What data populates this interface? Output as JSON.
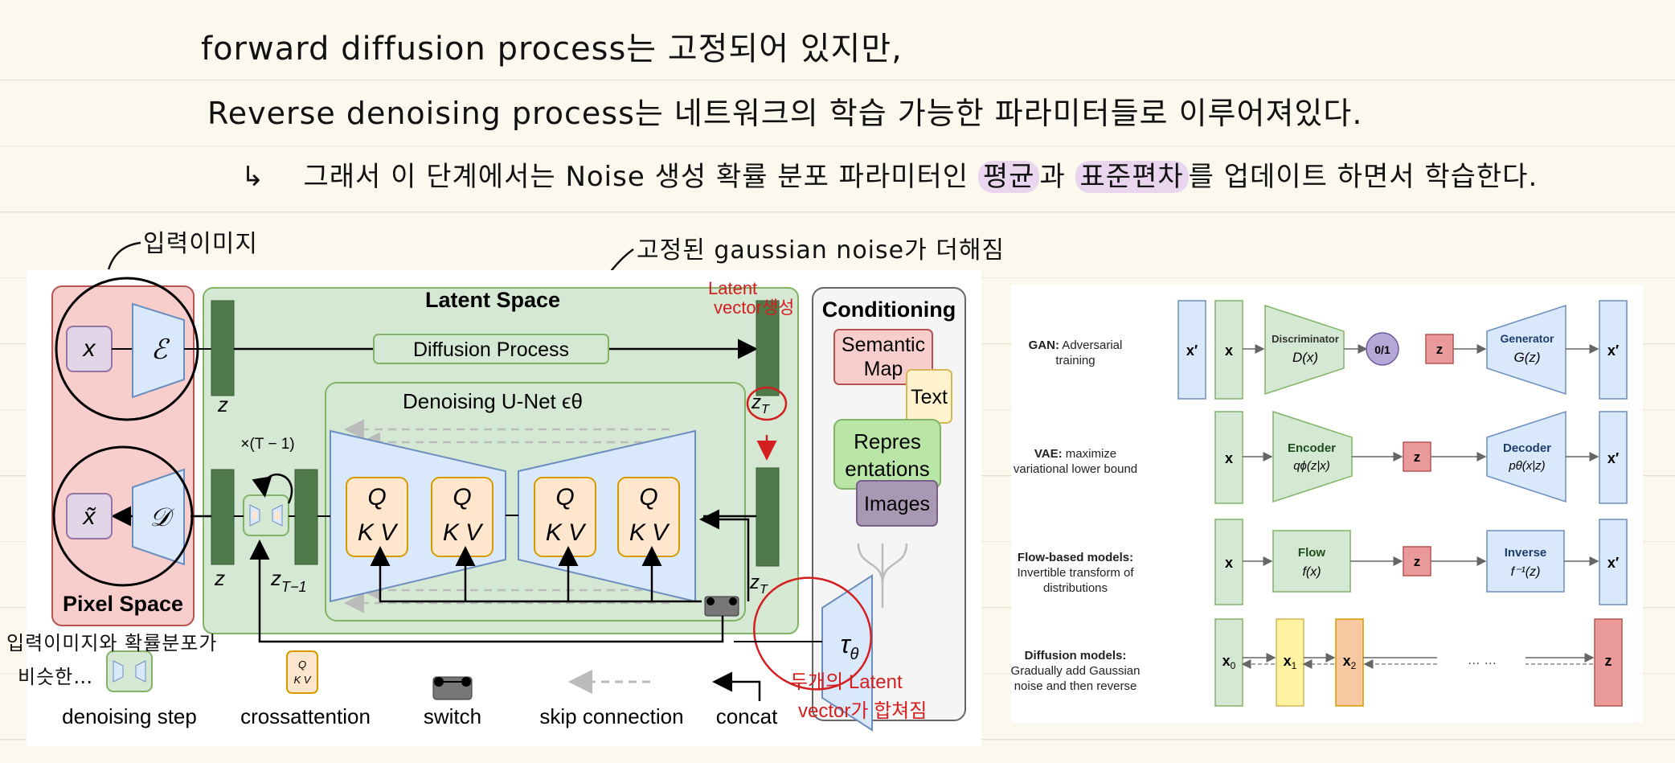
{
  "notes": {
    "line1": "forward diffusion process는 고정되어 있지만,",
    "line2": "Reverse denoising process는 네트워크의 학습 가능한 파라미터들로 이루어져있다.",
    "line3_arrow": "↳",
    "line3_a": "그래서 이 단계에서는 Noise 생성 확률 분포 파라미터인 ",
    "line3_hl1": "평균",
    "line3_b": "과 ",
    "line3_hl2": "표준편차",
    "line3_c": "를 업데이트 하면서 학습한다."
  },
  "annotations": {
    "input_image": "입력이미지",
    "fixed_noise": "고정된 gaussian noise가 더해짐",
    "latent_gen_1": "Latent",
    "latent_gen_2": "vector생성",
    "similar_1": "입력이미지와 확률분포가",
    "similar_2": "비슷한…",
    "two_latent_1": "두개의 Latent",
    "two_latent_2": "vector가 합쳐짐"
  },
  "ldm": {
    "latent_space": "Latent Space",
    "pixel_space": "Pixel Space",
    "conditioning": "Conditioning",
    "diffusion_process": "Diffusion Process",
    "unet": "Denoising U-Net ϵθ",
    "x": "x",
    "x_tilde": "x̃",
    "encoder": "ℰ",
    "decoder": "𝒟",
    "z": "z",
    "z_t1": "zT−1",
    "z_T": "zT",
    "times": "×(T − 1)",
    "q": "Q",
    "kv": "K V",
    "semantic_map_1": "Semantic",
    "semantic_map_2": "Map",
    "text": "Text",
    "repres_1": "Repres",
    "repres_2": "entations",
    "images": "Images",
    "tau": "τθ",
    "legend": {
      "denoising_step": "denoising step",
      "crossattention": "crossattention",
      "switch": "switch",
      "skip_connection": "skip connection",
      "concat": "concat"
    },
    "colors": {
      "latent_green": "#d5e8d4",
      "pixel_red": "#f8cecc",
      "blue": "#dae8fc",
      "orange": "#ffe6cc",
      "purple": "#e1d5e7",
      "dark_green": "#4f7a4a",
      "note_red": "#d31f1f"
    }
  },
  "gen": {
    "gan_bold": "GAN:",
    "gan_rest": " Adversarial",
    "gan_2": "training",
    "vae_bold": "VAE:",
    "vae_rest": " maximize",
    "vae_2": "variational lower bound",
    "flow_bold": "Flow-based models:",
    "flow_2": "Invertible transform of",
    "flow_3": "distributions",
    "diff_bold": "Diffusion models:",
    "diff_2": "Gradually add Gaussian",
    "diff_3": "noise and then reverse",
    "x": "x",
    "xp": "x′",
    "z": "z",
    "discriminator": "Discriminator",
    "d_of_x": "D(x)",
    "zero_one": "0/1",
    "generator": "Generator",
    "g_of_z": "G(z)",
    "encoder": "Encoder",
    "q_phi": "qϕ(z|x)",
    "decoder": "Decoder",
    "p_theta": "pθ(x|z)",
    "flow": "Flow",
    "f_of_x": "f(x)",
    "inverse": "Inverse",
    "f_inv": "f⁻¹(z)",
    "x0": "x0",
    "x1": "x1",
    "x2": "x2",
    "dots": "… …"
  }
}
